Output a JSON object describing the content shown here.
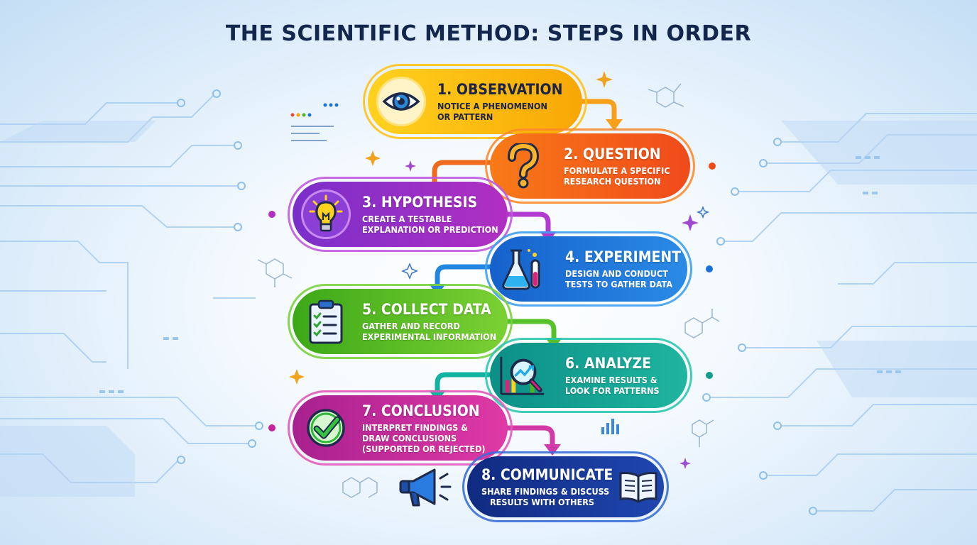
{
  "title": "THE SCIENTIFIC METHOD: STEPS IN ORDER",
  "steps": [
    {
      "heading": "1. OBSERVATION",
      "desc": [
        "NOTICE A PHENOMENON",
        "OR PATTERN"
      ],
      "icon": "eye-icon",
      "color": "#f5a300"
    },
    {
      "heading": "2. QUESTION",
      "desc": [
        "FORMULATE A SPECIFIC",
        "RESEARCH QUESTION"
      ],
      "icon": "question-mark-icon",
      "color": "#f05a16"
    },
    {
      "heading": "3. HYPOTHESIS",
      "desc": [
        "CREATE A TESTABLE",
        "EXPLANATION OR PREDICTION"
      ],
      "icon": "lightbulb-icon",
      "color": "#9b2fc4"
    },
    {
      "heading": "4. EXPERIMENT",
      "desc": [
        "DESIGN AND CONDUCT",
        "TESTS TO GATHER DATA"
      ],
      "icon": "flask-icon",
      "color": "#1b72d6"
    },
    {
      "heading": "5. COLLECT DATA",
      "desc": [
        "GATHER AND RECORD",
        "EXPERIMENTAL INFORMATION"
      ],
      "icon": "clipboard-checklist-icon",
      "color": "#4fb51e"
    },
    {
      "heading": "6. ANALYZE",
      "desc": [
        "EXAMINE RESULTS &",
        "LOOK FOR PATTERNS"
      ],
      "icon": "magnifier-chart-icon",
      "color": "#0f9e8e"
    },
    {
      "heading": "7. CONCLUSION",
      "desc": [
        "INTERPRET FINDINGS &",
        "DRAW CONCLUSIONS",
        "(SUPPORTED OR REJECTED)"
      ],
      "icon": "checkmark-icon",
      "color": "#c5239a"
    },
    {
      "heading": "8. COMMUNICATE",
      "desc": [
        "SHARE FINDINGS & DISCUSS",
        "RESULTS WITH OTHERS"
      ],
      "icon": "open-book-icon",
      "color": "#16338f"
    }
  ],
  "decor": {
    "megaphone": "megaphone-icon"
  }
}
